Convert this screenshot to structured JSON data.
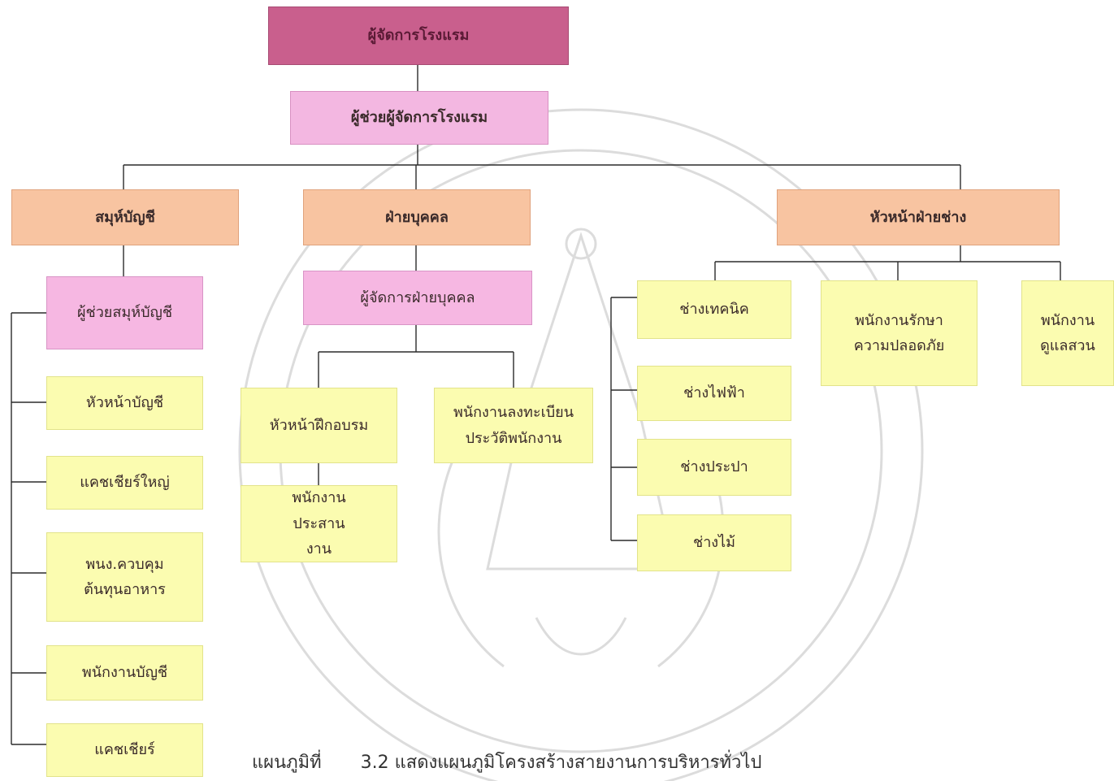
{
  "chart": {
    "top": "ผู้จัดการโรงแรม",
    "assistant": "ผู้ช่วยผู้จัดการโรงแรม",
    "accounting": {
      "head": "สมุห์บัญชี",
      "assistant": "ผู้ช่วยสมุห์บัญชี",
      "staff": [
        "หัวหน้าบัญชี",
        "แคชเชียร์ใหญ่",
        "พนง.ควบคุม ต้นทุนอาหาร",
        "พนักงานบัญชี",
        "แคชเชียร์"
      ]
    },
    "personnel": {
      "head": "ฝ่ายบุคคล",
      "manager": "ผู้จัดการฝ่ายบุคคล",
      "training_head": "หัวหน้าฝึกอบรม",
      "registrar": "พนักงานลงทะเบียน ประวัติพนักงาน",
      "coordinator": "พนักงาน ประสานงาน"
    },
    "engineering": {
      "head": "หัวหน้าฝ่ายช่าง",
      "technicians": [
        "ช่างเทคนิค",
        "ช่างไฟฟ้า",
        "ช่างประปา",
        "ช่างไม้"
      ],
      "security": "พนักงานรักษา ความปลอดภัย",
      "garden": "พนักงาน ดูแลสวน"
    }
  },
  "caption": {
    "label": "แผนภูมิที่",
    "text": "3.2 แสดงแผนภูมิโครงสร้างสายงานการบริหารทั่วไป"
  }
}
